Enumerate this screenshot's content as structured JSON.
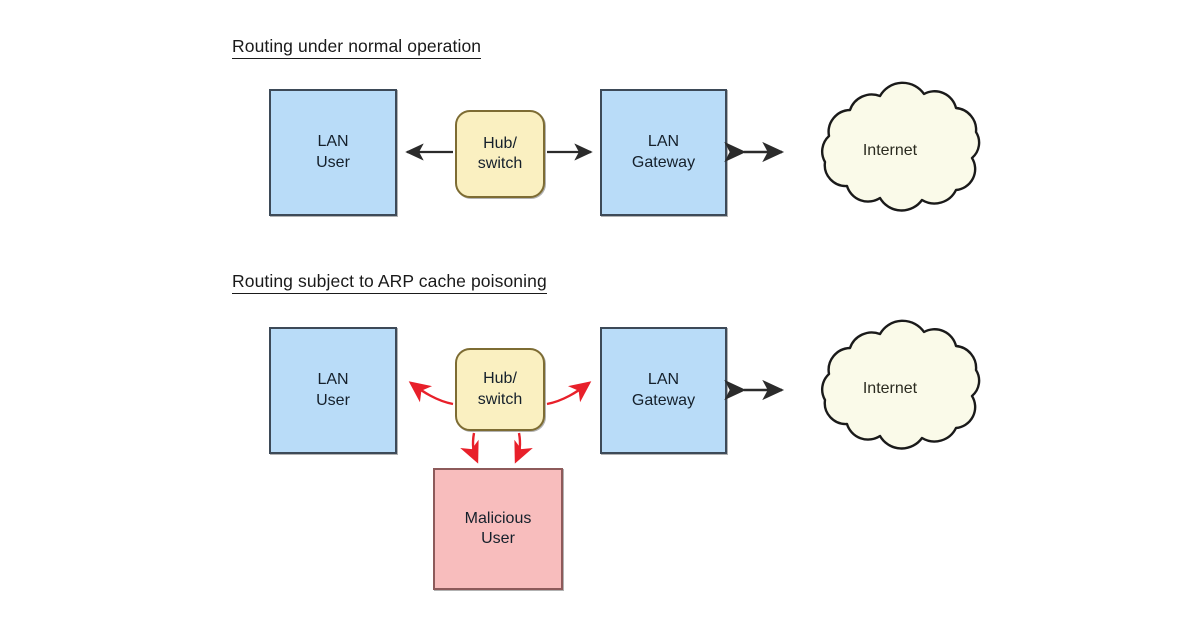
{
  "diagram": {
    "title_normal": "Routing under normal operation",
    "title_poison": "Routing subject to ARP cache poisoning",
    "colors": {
      "node_fill_blue": "#b9dcf8",
      "node_stroke_blue": "#3d4a58",
      "hub_fill_yellow": "#faf0c1",
      "hub_stroke_yellow": "#7d6c33",
      "malicious_fill_pink": "#f8bdbd",
      "malicious_stroke_pink": "#8d5a5a",
      "cloud_fill": "#fafae9",
      "cloud_stroke": "#1a1a1a",
      "arrow_black": "#2b2b2b",
      "arrow_red": "#e8202a",
      "background": "#ffffff"
    },
    "normal_row": {
      "lan_user_line1": "LAN",
      "lan_user_line2": "User",
      "hub_line1": "Hub/",
      "hub_line2": "switch",
      "gateway_line1": "LAN",
      "gateway_line2": "Gateway",
      "internet": "Internet",
      "arrows": [
        {
          "name": "hub-to-lan-user",
          "direction": "left",
          "style": "straight",
          "color": "#2b2b2b"
        },
        {
          "name": "hub-to-gateway",
          "direction": "right",
          "style": "straight",
          "color": "#2b2b2b"
        },
        {
          "name": "gateway-to-internet",
          "direction": "both",
          "style": "straight",
          "color": "#2b2b2b"
        }
      ]
    },
    "poison_row": {
      "lan_user_line1": "LAN",
      "lan_user_line2": "User",
      "hub_line1": "Hub/",
      "hub_line2": "switch",
      "gateway_line1": "LAN",
      "gateway_line2": "Gateway",
      "internet": "Internet",
      "malicious_line1": "Malicious",
      "malicious_line2": "User",
      "arrows": [
        {
          "name": "hub-to-lan-user",
          "direction": "left",
          "style": "curved",
          "color": "#e8202a"
        },
        {
          "name": "hub-to-gateway",
          "direction": "right",
          "style": "curved",
          "color": "#e8202a"
        },
        {
          "name": "hub-to-malicious-left",
          "direction": "down",
          "style": "curved",
          "color": "#e8202a"
        },
        {
          "name": "hub-to-malicious-right",
          "direction": "down",
          "style": "curved",
          "color": "#e8202a"
        },
        {
          "name": "gateway-to-internet",
          "direction": "both",
          "style": "straight",
          "color": "#2b2b2b"
        }
      ]
    }
  }
}
